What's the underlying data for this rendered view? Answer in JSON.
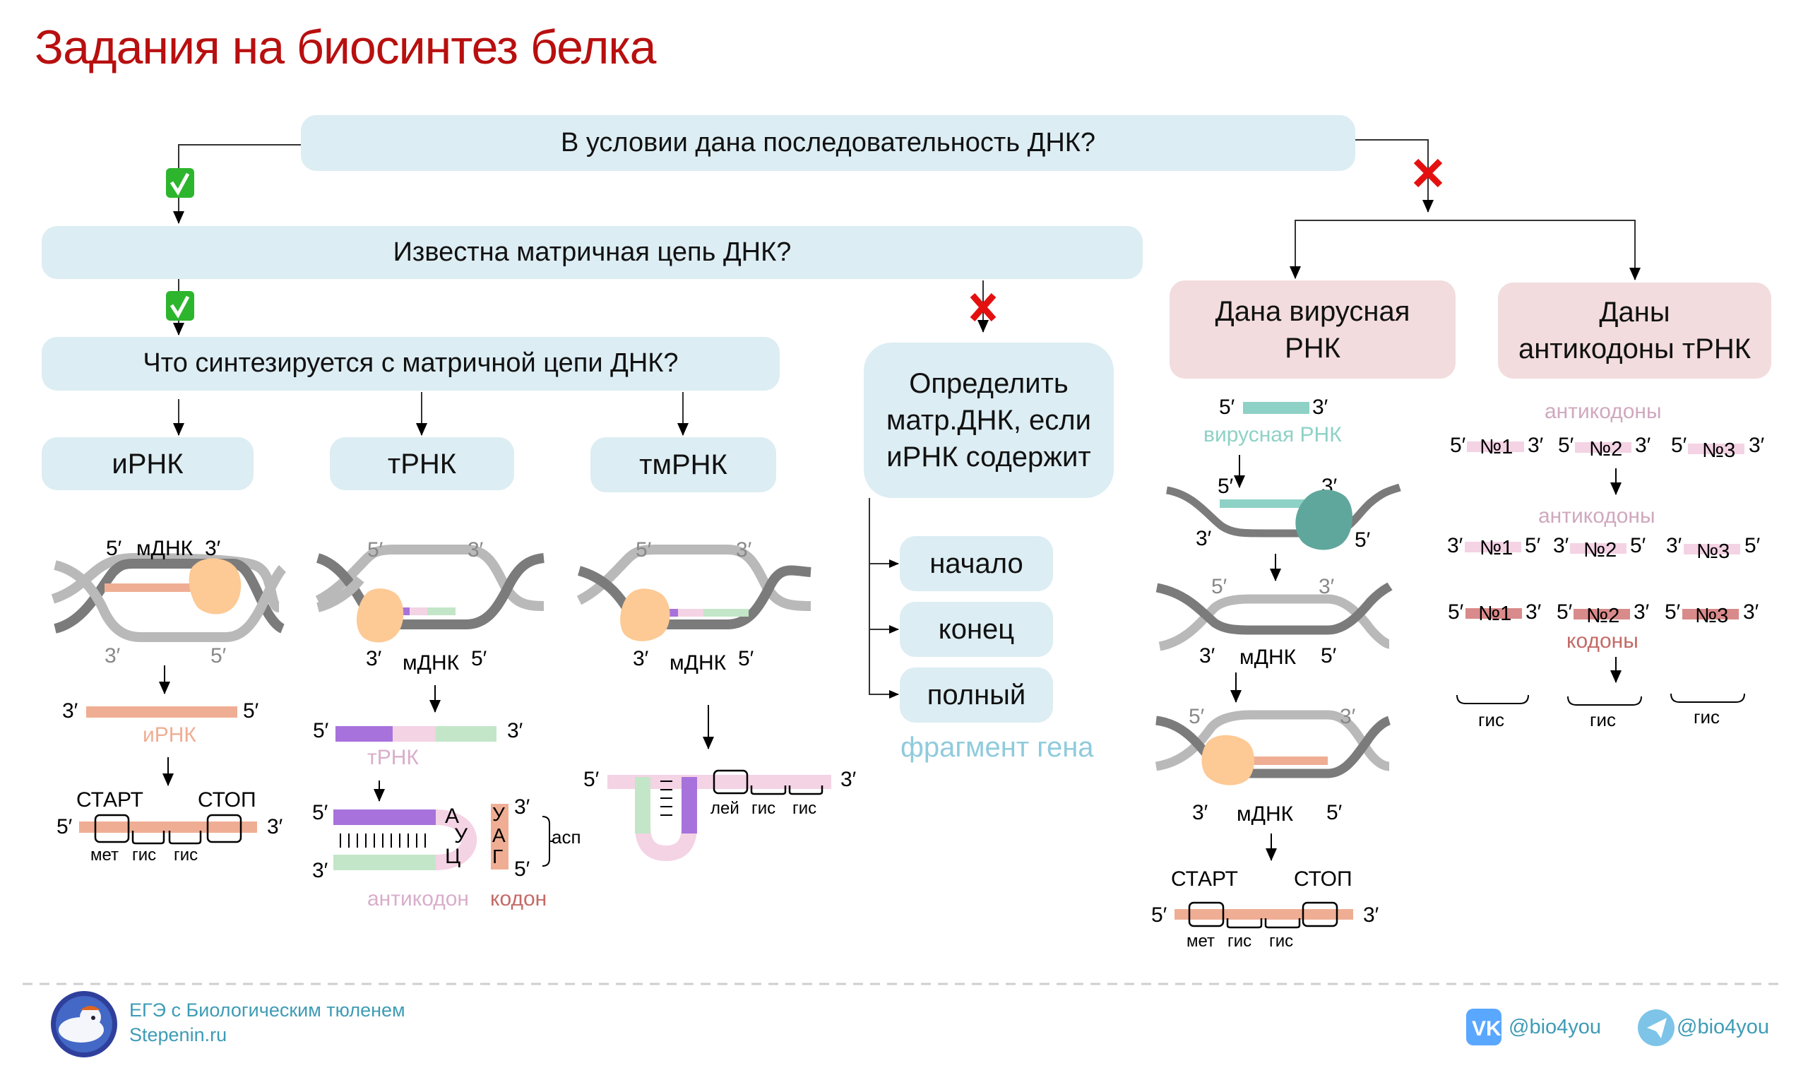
{
  "title": "Задания на биосинтез белка",
  "questions": {
    "q1": "В условии дана последовательность ДНК?",
    "q2": "Известна матричная цепь ДНК?",
    "q3": "Что синтезируется с матричной цепи ДНК?"
  },
  "branches": {
    "yes_icon": "check-mark-button-icon",
    "no_icon": "cross-mark-icon"
  },
  "products": [
    "иРНК",
    "тРНК",
    "тмРНК"
  ],
  "determine": {
    "text_lines": [
      "Определить",
      "матр.ДНК, если",
      "иРНК содержит"
    ],
    "options": [
      "начало",
      "конец",
      "полный"
    ],
    "caption": "фрагмент гена"
  },
  "no_dna": {
    "viral": {
      "lines": [
        "Дана вирусная",
        "РНК"
      ]
    },
    "anticodons": {
      "lines": [
        "Даны",
        "антикодоны тРНК"
      ]
    }
  },
  "labels": {
    "p5": "5′",
    "p3": "3′",
    "mdna": "мДНК",
    "irna": "иРНК",
    "trna": "тРНК",
    "start": "СТАРТ",
    "stop": "СТОП",
    "met": "мет",
    "his": "гис",
    "leu": "лей",
    "asp": "асп",
    "anticodon": "антикодон",
    "codon": "кодон",
    "anticodons": "антикодоны",
    "codons": "кодоны",
    "viral_rna": "вирусная РНК",
    "anticodon_letters": [
      "А",
      "У",
      "Ц"
    ],
    "codon_letters": [
      "У",
      "А",
      "Г"
    ],
    "numbers": [
      "№1",
      "№2",
      "№3"
    ]
  },
  "colors": {
    "title": "#b80f0f",
    "box_blue": "#dcedf3",
    "box_pink": "#f2dcdd",
    "irna": "#efae94",
    "purple": "#a872dc",
    "light_pink": "#f4d3e4",
    "green": "#c3e6c8",
    "teal": "#8ed1c6",
    "teal_dark": "#5fa79c",
    "enzyme": "#fdc994",
    "dna_dark": "#7b7b7b",
    "dna_light": "#b9b9b9",
    "codon_dark": "#d98a8a",
    "accent_text": "#3e9bb5"
  },
  "footer": {
    "line1": "ЕГЭ с Биологическим тюленем",
    "line2": "Stepenin.ru",
    "vk": "@bio4you",
    "tg": "@bio4you"
  }
}
